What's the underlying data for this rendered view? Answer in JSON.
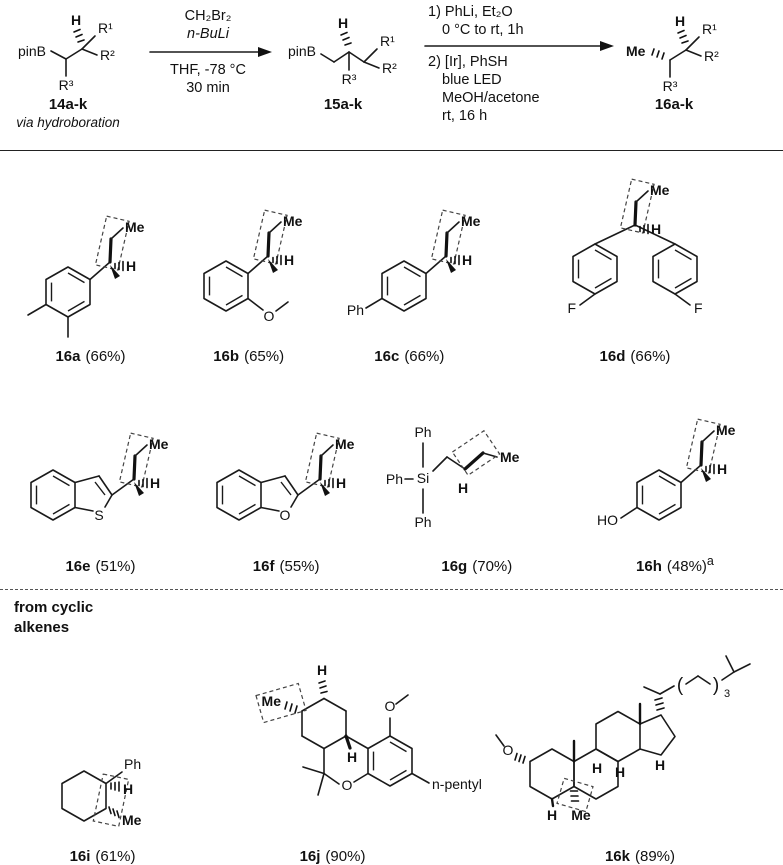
{
  "atoms": {
    "pinB": "pinB",
    "H": "H",
    "Me": "Me",
    "R1": "R¹",
    "R2": "R²",
    "R3": "R³",
    "O": "O",
    "S": "S",
    "F": "F",
    "Ph": "Ph",
    "Si": "Si",
    "HO": "HO",
    "npentyl": "n-pentyl",
    "lparen": "(",
    "rparen": ")",
    "three": "3"
  },
  "scheme": {
    "start": {
      "label": "14a-k",
      "note": "via hydroboration"
    },
    "mid": {
      "label": "15a-k"
    },
    "prod": {
      "label": "16a-k"
    },
    "arrow1": {
      "above1": "CH₂Br₂",
      "above2": "n-BuLi",
      "below1": "THF, -78 °C",
      "below2": "30 min"
    },
    "arrow2": {
      "line1": "1) PhLi, Et₂O",
      "line2": "0 °C to rt, 1h",
      "line3": "2) [Ir], PhSH",
      "line4": "blue LED",
      "line5": "MeOH/acetone",
      "line6": "rt, 16 h"
    }
  },
  "section": {
    "cyclic": "from cyclic alkenes"
  },
  "compounds": {
    "16a": {
      "id": "16a",
      "yield": "(66%)"
    },
    "16b": {
      "id": "16b",
      "yield": "(65%)"
    },
    "16c": {
      "id": "16c",
      "yield": "(66%)"
    },
    "16d": {
      "id": "16d",
      "yield": "(66%)"
    },
    "16e": {
      "id": "16e",
      "yield": "(51%)"
    },
    "16f": {
      "id": "16f",
      "yield": "(55%)"
    },
    "16g": {
      "id": "16g",
      "yield": "(70%)"
    },
    "16h": {
      "id": "16h",
      "yield": "(48%)",
      "note": "a"
    },
    "16i": {
      "id": "16i",
      "yield": "(61%)"
    },
    "16j": {
      "id": "16j",
      "yield": "(90%)"
    },
    "16k": {
      "id": "16k",
      "yield": "(89%)"
    }
  }
}
